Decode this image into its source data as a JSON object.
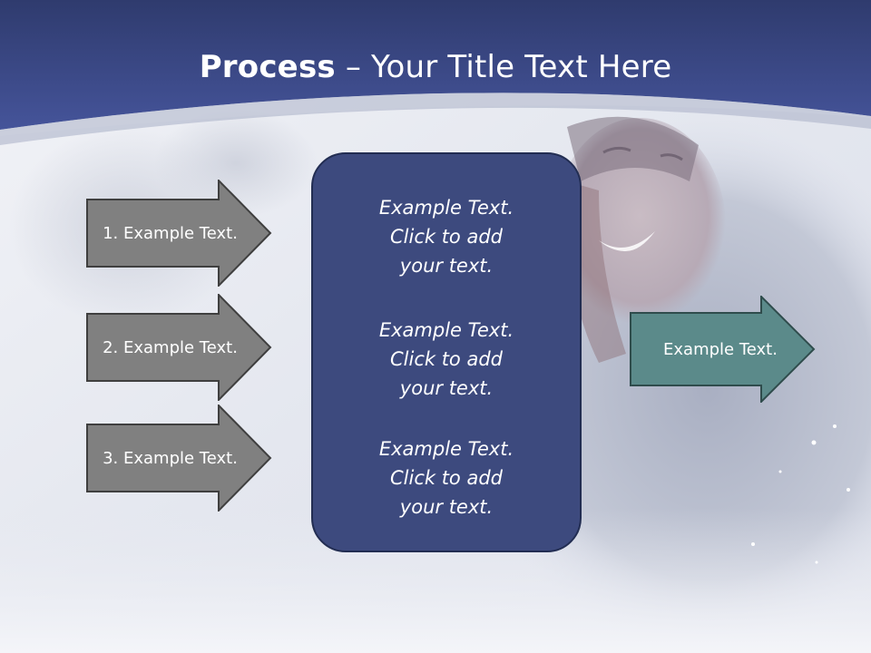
{
  "title": {
    "bold": "Process",
    "rest": " – Your Title Text Here"
  },
  "left_arrows": [
    {
      "label": "1. Example Text."
    },
    {
      "label": "2. Example Text."
    },
    {
      "label": "3. Example Text."
    }
  ],
  "center_box": {
    "blocks": [
      {
        "line1": "Example Text.",
        "line2": "Click  to add",
        "line3": "your text."
      },
      {
        "line1": "Example Text.",
        "line2": "Click  to add",
        "line3": "your text."
      },
      {
        "line1": "Example Text.",
        "line2": "Click  to add",
        "line3": "your text."
      }
    ]
  },
  "right_arrow": {
    "label": "Example Text."
  },
  "colors": {
    "header": "#3c4a87",
    "left_arrow_fill": "#808080",
    "center_box_fill": "#3d4a7e",
    "right_arrow_fill": "#5b8a8a"
  }
}
